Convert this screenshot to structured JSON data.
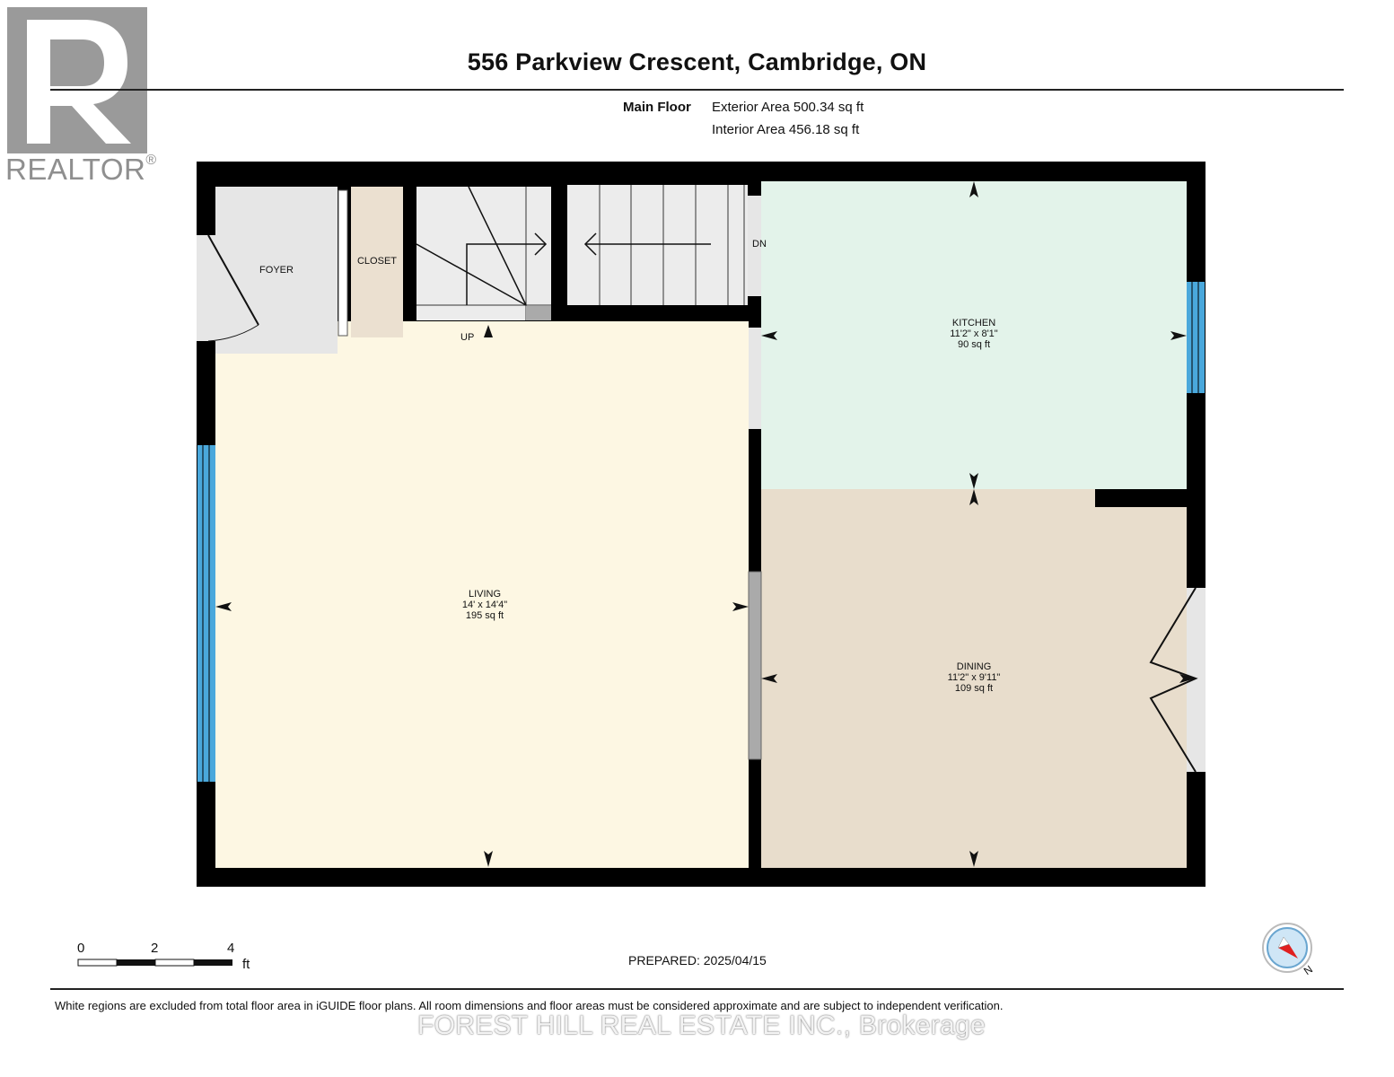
{
  "header": {
    "title": "556 Parkview Crescent, Cambridge, ON",
    "floor_label": "Main Floor",
    "exterior_area": "Exterior Area 500.34 sq ft",
    "interior_area": "Interior Area 456.18 sq ft"
  },
  "logo": {
    "text": "REALTOR",
    "mark": "®"
  },
  "rooms": {
    "foyer": {
      "name": "FOYER"
    },
    "closet": {
      "name": "CLOSET"
    },
    "kitchen": {
      "name": "KITCHEN",
      "dims": "11'2\" x 8'1\"",
      "area": "90 sq ft"
    },
    "living": {
      "name": "LIVING",
      "dims": "14' x 14'4\"",
      "area": "195 sq ft"
    },
    "dining": {
      "name": "DINING",
      "dims": "11'2\" x 9'11\"",
      "area": "109 sq ft"
    }
  },
  "stairs": {
    "up": "UP",
    "down": "DN"
  },
  "scale": {
    "ticks": [
      "0",
      "2",
      "4"
    ],
    "unit": "ft"
  },
  "compass": {
    "north": "N"
  },
  "footer": {
    "prepared": "PREPARED: 2025/04/15",
    "disclaimer": "White regions are excluded from total floor area in iGUIDE floor plans. All room dimensions and floor areas must be considered approximate and are subject to independent verification.",
    "brokerage": "FOREST HILL REAL ESTATE INC., Brokerage"
  },
  "colors": {
    "wall": "#000000",
    "foyer": "#e6e6e6",
    "closet": "#ebe0d0",
    "stairs": "#ececec",
    "kitchen": "#e3f3ea",
    "living": "#fdf7e3",
    "dining": "#e8ddcc",
    "window": "#4aa8dc"
  }
}
